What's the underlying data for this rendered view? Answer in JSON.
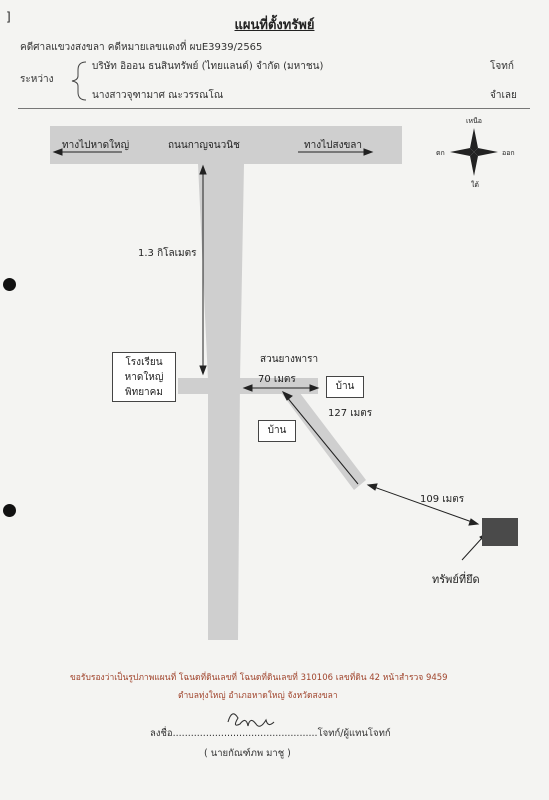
{
  "header": {
    "title": "แผนที่ตั้งทรัพย์",
    "case_line": "คดีศาลแขวงสงขลา  คดีหมายเลขแดงที่  ผบE3939/2565",
    "between_label": "ระหว่าง",
    "plaintiff": "บริษัท อิออน ธนสินทรัพย์ (ไทยแลนด์) จำกัด (มหาชน)",
    "plaintiff_role": "โจทก์",
    "defendant": "นางสาวจุฑามาศ ณะวรรณโณ",
    "defendant_role": "จำเลย"
  },
  "map": {
    "road_name": "ถนนกาญจนวนิช",
    "to_hatyai": "ทางไปหาดใหญ่",
    "to_songkhla": "ทางไปสงขลา",
    "dist_1": "1.3 กิโลเมตร",
    "school": [
      "โรงเรียน",
      "หาดใหญ่",
      "พิทยาคม"
    ],
    "rubber": "สวนยางพารา",
    "dist_2": "70 เมตร",
    "house_1": "บ้าน",
    "house_2": "บ้าน",
    "dist_3": "127 เมตร",
    "dist_4": "109 เมตร",
    "property": "ทรัพย์ที่ยึด",
    "compass": {
      "north": "เหนือ",
      "south": "ใต้",
      "east": "ออก",
      "west": "ตก"
    }
  },
  "certification": {
    "line1": "ขอรับรองว่าเป็นรูปภาพแผนที่ โฉนดที่ดินเลขที่ โฉนดที่ดินเลขที่ 310106 เลขที่ดิน 42 หน้าสำรวจ 9459",
    "line2": "ตำบลทุ่งใหญ่  อำเภอหาดใหญ่ จังหวัดสงขลา"
  },
  "signature": {
    "sign_prefix": "ลงชื่อ................................................",
    "sign_role": "โจทก์/ผู้แทนโจทก์",
    "name": "( นายกัณฑ์ภพ  มาชู )"
  },
  "colors": {
    "road": "#cfcfcf",
    "arrow": "#222222",
    "cert_text": "#a0442c",
    "property": "#4a4a4a"
  }
}
